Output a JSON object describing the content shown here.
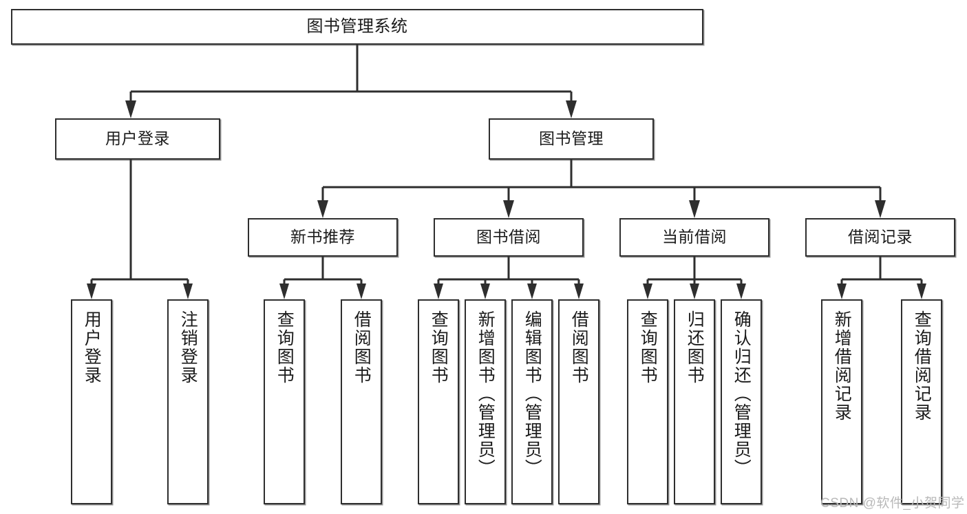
{
  "diagram": {
    "type": "tree-hierarchy",
    "title": "图书管理系统",
    "orientation": "top-down",
    "colors": {
      "box_border": "#2e2e2e",
      "box_fill": "#ffffff",
      "connector": "#2e2e2e",
      "text": "#1b1b1b",
      "watermark": "#b9b9b9"
    }
  },
  "root": {
    "label": "图书管理系统"
  },
  "level2": [
    {
      "label": "用户登录"
    },
    {
      "label": "图书管理"
    }
  ],
  "level3": [
    {
      "label": "新书推荐"
    },
    {
      "label": "图书借阅"
    },
    {
      "label": "当前借阅"
    },
    {
      "label": "借阅记录"
    }
  ],
  "leaves": {
    "user_login": [
      {
        "label": "用户登录"
      },
      {
        "label": "注销登录"
      }
    ],
    "new_book_recommend": [
      {
        "label": "查询图书"
      },
      {
        "label": "借阅图书"
      }
    ],
    "book_borrow": [
      {
        "label": "查询图书"
      },
      {
        "label": "新增图书（管理员）"
      },
      {
        "label": "编辑图书（管理员）"
      },
      {
        "label": "借阅图书"
      }
    ],
    "current_borrow": [
      {
        "label": "查询图书"
      },
      {
        "label": "归还图书"
      },
      {
        "label": "确认归还（管理员）"
      }
    ],
    "borrow_record": [
      {
        "label": "新增借阅记录"
      },
      {
        "label": "查询借阅记录"
      }
    ]
  },
  "watermark": {
    "text": "CSDN @软件_小贺同学"
  }
}
